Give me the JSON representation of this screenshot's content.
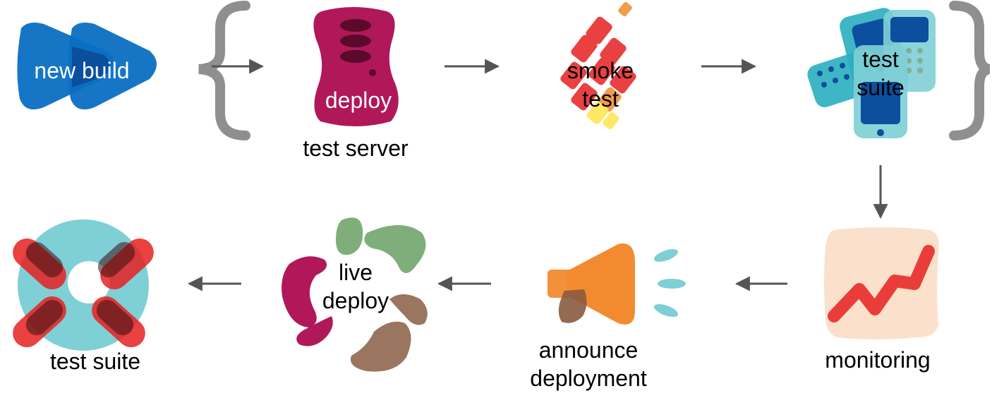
{
  "steps": {
    "new_build": "new build",
    "deploy": "deploy",
    "test_server": "test server",
    "smoke_test": "smoke\ntest",
    "test_suite_top": "test\nsuite",
    "monitoring": "monitoring",
    "announce": "announce\ndeployment",
    "live_deploy": "live\ndeploy",
    "test_suite_bottom": "test suite"
  },
  "colors": {
    "blue": "#0a6fc2",
    "blue_dark": "#0a4f9c",
    "magenta": "#b0185a",
    "magenta_dark": "#5a0a2a",
    "red": "#e62020",
    "orange": "#f28b30",
    "yellow": "#ffe44a",
    "teal": "#7fcfd6",
    "teal_dark": "#2aaebf",
    "navy": "#0b4f9e",
    "peach": "#fbe0cc",
    "green": "#7fae7a",
    "brown": "#9a7560",
    "arrow": "#555555",
    "brace": "#8f8f8f"
  },
  "icons": [
    "play-icon",
    "server-icon",
    "fire-icon",
    "devices-icon",
    "chart-icon",
    "megaphone-icon",
    "splash-icon",
    "lifebuoy-icon",
    "brace-icon",
    "arrow-icon"
  ]
}
